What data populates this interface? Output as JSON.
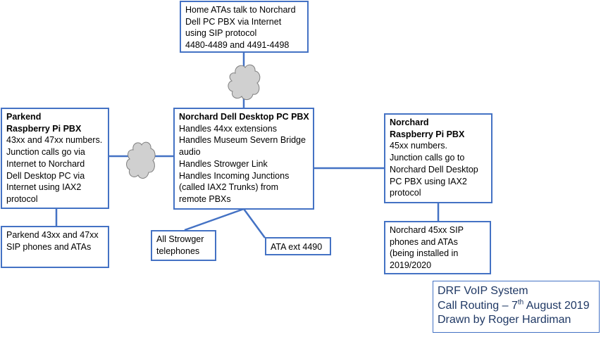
{
  "colors": {
    "stroke": "#4472C4",
    "cloud_fill": "#D0D0D0",
    "cloud_stroke": "#808080",
    "title_text": "#1F3864"
  },
  "home_atas": {
    "lines": [
      "Home ATAs talk to Norchard",
      "Dell PC PBX via Internet",
      "using SIP protocol",
      "4480-4489 and 4491-4498"
    ]
  },
  "parkend_pbx": {
    "title_lines": [
      "Parkend",
      "Raspberry Pi PBX"
    ],
    "lines": [
      "43xx and 47xx numbers.",
      "Junction calls go via",
      "Internet to Norchard",
      "Dell Desktop PC via",
      "Internet using IAX2",
      "protocol"
    ]
  },
  "norchard_dell": {
    "title_lines": [
      "Norchard Dell Desktop PC PBX"
    ],
    "lines": [
      "Handles 44xx extensions",
      "Handles Museum Severn Bridge",
      "audio",
      "Handles Strowger Link",
      "Handles Incoming Junctions",
      "(called IAX2 Trunks) from",
      "remote PBXs"
    ]
  },
  "norchard_pi": {
    "title_lines": [
      "Norchard",
      "Raspberry Pi PBX"
    ],
    "lines": [
      "45xx numbers.",
      "Junction calls go to",
      "Norchard Dell Desktop",
      "PC PBX using IAX2",
      "protocol"
    ]
  },
  "parkend_phones": {
    "lines": [
      "Parkend 43xx and 47xx",
      "SIP phones and ATAs"
    ]
  },
  "strowger": {
    "lines": [
      "All Strowger",
      "telephones"
    ]
  },
  "ata_4490": {
    "lines": [
      "ATA ext 4490"
    ]
  },
  "norchard_phones": {
    "lines": [
      "Norchard 45xx SIP",
      "phones and ATAs",
      "(being installed in",
      "2019/2020"
    ]
  },
  "title_block": {
    "line1": "DRF VoIP System",
    "line2_pre": "Call Routing – 7",
    "line2_sup": "th",
    "line2_post": " August 2019",
    "line3": "Drawn by Roger Hardiman"
  }
}
